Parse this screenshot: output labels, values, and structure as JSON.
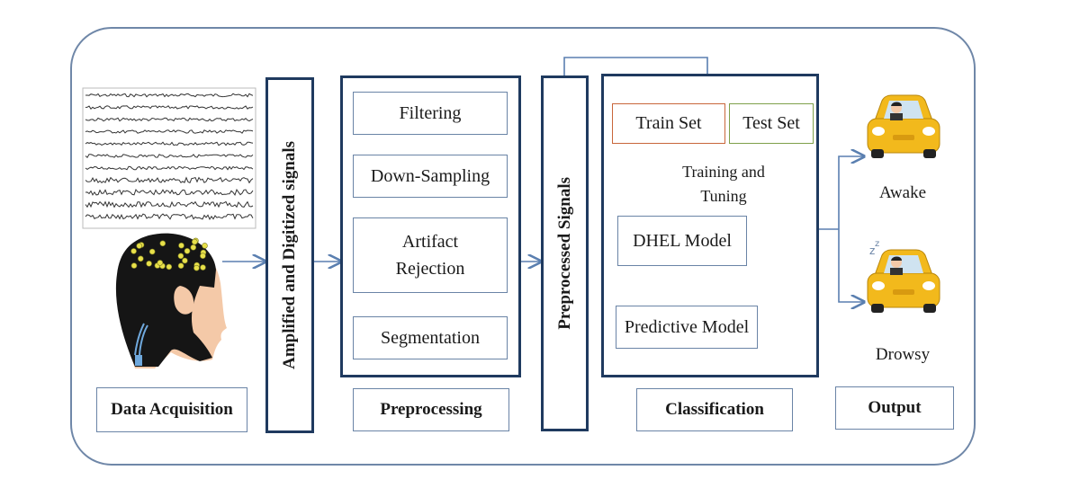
{
  "stages": {
    "data_acquisition": "Data Acquisition",
    "amplified": "Amplified  and Digitized signals",
    "preprocessing": "Preprocessing",
    "preprocessed": "Preprocessed Signals",
    "classification": "Classification",
    "output": "Output"
  },
  "preprocessing_steps": [
    "Filtering",
    "Down-Sampling",
    "Artifact Rejection",
    "Segmentation"
  ],
  "classification": {
    "train_set": "Train Set",
    "test_set": "Test Set",
    "training_tuning": "Training and Tuning",
    "dhel_model": "DHEL Model",
    "predictive_model": "Predictive Model"
  },
  "outputs": {
    "awake": "Awake",
    "drowsy": "Drowsy"
  },
  "colors": {
    "frame": "#6f87a8",
    "thick_border": "#1f3a5f",
    "arrow": "#5a7fb0",
    "train": "#c8663a",
    "test": "#7fa04a",
    "orange_arrow": "#e49a55",
    "green_arrow": "#5aa546",
    "car": "#f2b91c",
    "cap": "#111111",
    "electrode": "#e8e04a"
  }
}
